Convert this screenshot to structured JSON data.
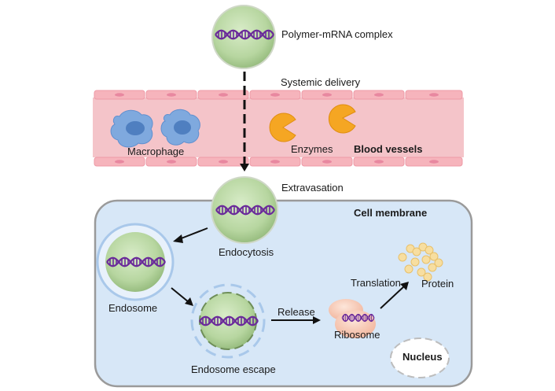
{
  "labels": {
    "complex": "Polymer-mRNA complex",
    "systemic": "Systemic delivery",
    "macrophage": "Macrophage",
    "enzymes": "Enzymes",
    "blood_vessels": "Blood vessels",
    "extravasation": "Extravasation",
    "cell_membrane": "Cell membrane",
    "endocytosis": "Endocytosis",
    "endosome": "Endosome",
    "endosome_escape": "Endosome escape",
    "release": "Release",
    "ribosome": "Ribosome",
    "translation": "Translation",
    "protein": "Protein",
    "nucleus": "Nucleus"
  },
  "colors": {
    "vessel_fill": "#f4c4c9",
    "vessel_wall": "#f2a5ae",
    "cell_fill": "#d7e7f7",
    "cell_border": "#9a9a9a",
    "particle": "#b7d6a0",
    "particle_dark": "#8aad72",
    "mrna": "#6a2a9a",
    "macrophage": "#7fa9de",
    "enzyme": "#f5a623",
    "ribosome": "#f6c9b6",
    "protein": "#f5d98a",
    "endosome_ring": "#a9c8ea"
  }
}
